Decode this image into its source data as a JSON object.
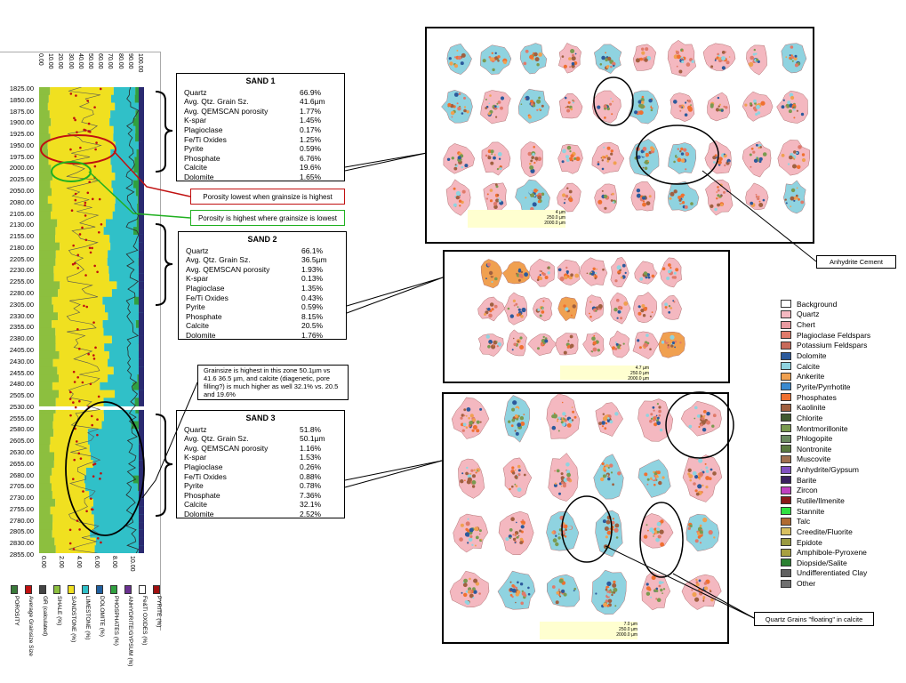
{
  "log": {
    "depths": [
      "1825.00",
      "1850.00",
      "1875.00",
      "1900.00",
      "1925.00",
      "1950.00",
      "1975.00",
      "2000.00",
      "2025.00",
      "2050.00",
      "2080.00",
      "2105.00",
      "2130.00",
      "2155.00",
      "2180.00",
      "2205.00",
      "2230.00",
      "2255.00",
      "2280.00",
      "2305.00",
      "2330.00",
      "2355.00",
      "2380.00",
      "2405.00",
      "2430.00",
      "2455.00",
      "2480.00",
      "2505.00",
      "2530.00",
      "2555.00",
      "2580.00",
      "2605.00",
      "2630.00",
      "2655.00",
      "2680.00",
      "2705.00",
      "2730.00",
      "2755.00",
      "2780.00",
      "2805.00",
      "2830.00",
      "2855.00"
    ],
    "top_ticks": [
      "0.00",
      "10.00",
      "20.00",
      "30.00",
      "40.00",
      "50.00",
      "60.00",
      "70.00",
      "80.00",
      "90.00",
      "100.00"
    ],
    "bottom_ticks": [
      "0.00",
      "2.00",
      "4.00",
      "6.00",
      "8.00",
      "10.00"
    ],
    "legend": [
      {
        "label": "POROSITY",
        "color": "#3a7a3a"
      },
      {
        "label": "Average Grainsize Size",
        "color": "#c01010"
      },
      {
        "label": "GR (calculated)",
        "color": "#444444"
      },
      {
        "label": "SHALE (%)",
        "color": "#8cbf3f"
      },
      {
        "label": "SANDSTONE (%)",
        "color": "#f0e020"
      },
      {
        "label": "LIMESTONE (%)",
        "color": "#30c0c8"
      },
      {
        "label": "DOLOMITE (%)",
        "color": "#2060a0"
      },
      {
        "label": "PHOSPHATES (%)",
        "color": "#30a040"
      },
      {
        "label": "ANHYDRITE/GYPSUM (%)",
        "color": "#6a3090"
      },
      {
        "label": "Fe&Ti OXIDES (%)",
        "color": "#ffffff"
      },
      {
        "label": "PYRITE (%)",
        "color": "#a01010"
      }
    ]
  },
  "sand1": {
    "title": "SAND 1",
    "rows": [
      {
        "k": "Quartz",
        "v": "66.9%"
      },
      {
        "k": "Avg. Qtz. Grain Sz.",
        "v": "41.6µm"
      },
      {
        "k": "Avg. QEMSCAN porosity",
        "v": "1.77%"
      },
      {
        "k": "K-spar",
        "v": "1.45%"
      },
      {
        "k": "Plagioclase",
        "v": "0.17%"
      },
      {
        "k": "Fe/Ti Oxides",
        "v": "1.25%"
      },
      {
        "k": "Pyrite",
        "v": "0.59%"
      },
      {
        "k": "Phosphate",
        "v": "6.76%"
      },
      {
        "k": "Calcite",
        "v": "19.6%"
      },
      {
        "k": "Dolomite",
        "v": "1.65%"
      }
    ]
  },
  "sand2": {
    "title": "SAND 2",
    "rows": [
      {
        "k": "Quartz",
        "v": "66.1%"
      },
      {
        "k": "Avg. Qtz. Grain Sz.",
        "v": "36.5µm"
      },
      {
        "k": "Avg. QEMSCAN porosity",
        "v": "1.93%"
      },
      {
        "k": "K-spar",
        "v": "0.13%"
      },
      {
        "k": "Plagioclase",
        "v": "1.35%"
      },
      {
        "k": "Fe/Ti Oxides",
        "v": "0.43%"
      },
      {
        "k": "Pyrite",
        "v": "0.59%"
      },
      {
        "k": "Phosphate",
        "v": "8.15%"
      },
      {
        "k": "Calcite",
        "v": "20.5%"
      },
      {
        "k": "Dolomite",
        "v": "1.76%"
      }
    ]
  },
  "sand3": {
    "title": "SAND 3",
    "rows": [
      {
        "k": "Quartz",
        "v": "51.8%"
      },
      {
        "k": "Avg. Qtz. Grain Sz.",
        "v": "50.1µm"
      },
      {
        "k": "Avg. QEMSCAN porosity",
        "v": "1.16%"
      },
      {
        "k": "K-spar",
        "v": "1.53%"
      },
      {
        "k": "Plagioclase",
        "v": "0.26%"
      },
      {
        "k": "Fe/Ti Oxides",
        "v": "0.88%"
      },
      {
        "k": "Pyrite",
        "v": "0.78%"
      },
      {
        "k": "Phosphate",
        "v": "7.36%"
      },
      {
        "k": "Calcite",
        "v": "32.1%"
      },
      {
        "k": "Dolomite",
        "v": "2.52%"
      }
    ]
  },
  "notes": {
    "porosity_low": "Porosity lowest when grainsize is highest",
    "porosity_high": "Porosity is highest where grainsize is lowest",
    "grainsize": "Grainsize is highest in this zone 50.1µm vs 41.6 36.5 µm, and calcite (diagenetic, pore filling?) is much higher as well 32.1% vs. 20.5 and 19.6%",
    "anhydrite": "Anhydrite Cement",
    "quartz_floating": "Quartz Grains \"floating\" in calcite"
  },
  "scales": {
    "p1": [
      "4 µm",
      "250.0 µm",
      "2000.0 µm"
    ],
    "p2": [
      "4.7 µm",
      "250.0 µm",
      "2000.0 µm"
    ],
    "p3": [
      "7.0 µm",
      "250.0 µm",
      "2000.0 µm"
    ]
  },
  "minerals": [
    {
      "label": "Background",
      "color": "#ffffff"
    },
    {
      "label": "Quartz",
      "color": "#f4b8c0"
    },
    {
      "label": "Chert",
      "color": "#e89aa0"
    },
    {
      "label": "Plagioclase Feldspars",
      "color": "#e07a6a"
    },
    {
      "label": "Potassium Feldspars",
      "color": "#c86a5a"
    },
    {
      "label": "Dolomite",
      "color": "#2c5a9c"
    },
    {
      "label": "Calcite",
      "color": "#8fd3e0"
    },
    {
      "label": "Ankerite",
      "color": "#f0a050"
    },
    {
      "label": "Pyrite/Pyrrhotite",
      "color": "#3a8ad0"
    },
    {
      "label": "Phosphates",
      "color": "#f07030"
    },
    {
      "label": "Kaolinite",
      "color": "#a06040"
    },
    {
      "label": "Chlorite",
      "color": "#405a30"
    },
    {
      "label": "Montmorillonite",
      "color": "#7a9a50"
    },
    {
      "label": "Phlogopite",
      "color": "#6a8a60"
    },
    {
      "label": "Nontronite",
      "color": "#5a7a40"
    },
    {
      "label": "Muscovite",
      "color": "#a07050"
    },
    {
      "label": "Anhydrite/Gypsum",
      "color": "#8050c0"
    },
    {
      "label": "Barite",
      "color": "#3a2060"
    },
    {
      "label": "Zircon",
      "color": "#c040c0"
    },
    {
      "label": "Rutile/Ilmenite",
      "color": "#8a1818"
    },
    {
      "label": "Stannite",
      "color": "#30e040"
    },
    {
      "label": "Talc",
      "color": "#b06a30"
    },
    {
      "label": "Creedite/Fluorite",
      "color": "#d8c060"
    },
    {
      "label": "Epidote",
      "color": "#9a9a40"
    },
    {
      "label": "Amphibole-Pyroxene",
      "color": "#a8a040"
    },
    {
      "label": "Diopside/Salite",
      "color": "#2a8030"
    },
    {
      "label": "Undifferentiated Clay",
      "color": "#606060"
    },
    {
      "label": "Other",
      "color": "#707070"
    }
  ]
}
